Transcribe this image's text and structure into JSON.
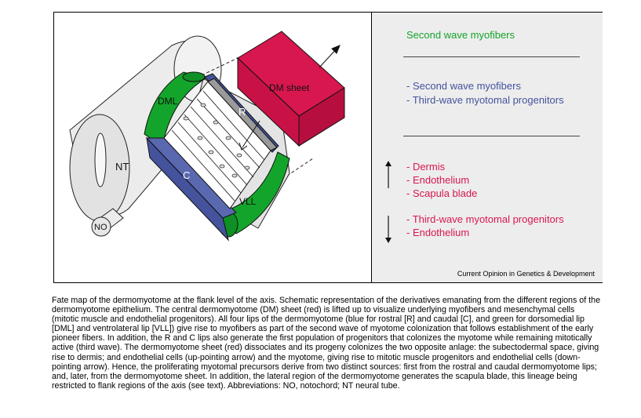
{
  "legend": {
    "green_block": {
      "line1": "Second wave myofibers"
    },
    "blue_block": {
      "line1": "- Second wave myofibers",
      "line2": "- Third-wave myotomal progenitors"
    },
    "red_up_block": {
      "line1": "- Dermis",
      "line2": "- Endothelium",
      "line3": "- Scapula blade"
    },
    "red_down_block": {
      "line1": "- Third-wave myotomal progenitors",
      "line2": "- Endothelium"
    }
  },
  "diagram_labels": {
    "nt": "NT",
    "no": "NO",
    "dml": "DML",
    "vll": "VLL",
    "r": "R",
    "c": "C",
    "dm_sheet": "DM sheet"
  },
  "source_credit": "Current Opinion in Genetics & Development",
  "caption": "Fate map of the dermomyotome at the flank level of the axis. Schematic representation of the derivatives emanating from the different regions of the dermomyotome epithelium. The central dermomyotome (DM) sheet (red) is lifted up to visualize underlying myofibers and mesenchymal cells (mitotic muscle and endothelial progenitors). All four lips of the dermomyotome (blue for rostral [R] and caudal [C], and green for dorsomedial lip [DML] and ventrolateral lip [VLL]) give rise to myofibers as part of the second wave of myotome colonization that follows establishment of the early pioneer fibers. In addition, the R and C lips also generate the first population of progenitors that colonizes the myotome while remaining mitotically active (third wave). The dermomyotome sheet (red) dissociates and its progeny colonizes the two opposite anlage: the subectodermal space, giving rise to dermis; and endothelial cells (up-pointing arrow) and the myotome, giving rise to mitotic muscle progenitors and endothelial cells (down-pointing arrow). Hence, the proliferating myotomal precursors derive from two distinct sources: first from the rostral and caudal dermomyotome lips; and, later, from the dermomyotome sheet. In addition, the lateral region of the dermomyotome generates the scapula blade, this lineage being restricted to flank regions of the axis (see text). Abbreviations: NO, notochord; NT neural tube.",
  "colors": {
    "green": "#13a52b",
    "blue": "#44539c",
    "red": "#d8174f",
    "tube_gray": "#e8e8e8",
    "panel_gray": "#ededed"
  }
}
